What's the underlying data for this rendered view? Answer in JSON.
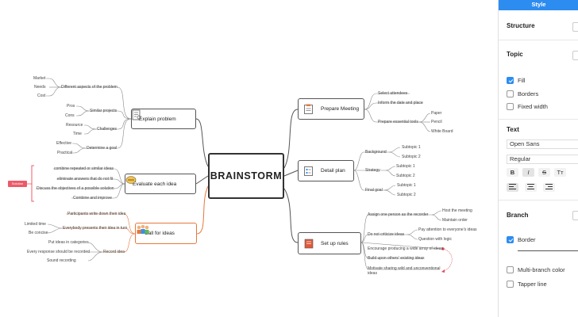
{
  "center": {
    "title": "BRAINSTORM"
  },
  "left": {
    "explain": {
      "label": "Explain problem",
      "groups": [
        {
          "label": "Different aspects of the problem",
          "items": [
            "Market",
            "Needs",
            "Cost"
          ]
        },
        {
          "label": "Similar projects",
          "items": [
            "Pros",
            "Cons"
          ]
        },
        {
          "label": "Challenges",
          "items": [
            "Resource",
            "Time"
          ]
        },
        {
          "label": "Determine a goal",
          "items": [
            "Effective",
            "Practical"
          ]
        }
      ]
    },
    "evaluate": {
      "label": "Evaluate each idea",
      "items": [
        "combine repeated or similar ideas",
        "eliminate answers that do not fit",
        "Discuss the objectives of a possible solution",
        "Combine and improve"
      ],
      "summary": "Solution"
    },
    "call": {
      "label": "Call for ideas",
      "items": [
        "Participants write down their idea",
        "Everybody presents their idea in turn"
      ],
      "subgroup": {
        "items": [
          "Limited time",
          "Be concise"
        ]
      },
      "record": {
        "label": "Record idea",
        "items": [
          "Put ideas in categories",
          "Every response should be recorded",
          "Sound recording"
        ]
      }
    }
  },
  "right": {
    "prepare": {
      "label": "Prepare Meeting",
      "items": [
        "Select attendees",
        "Inform the date and place",
        "Prepare essential tools"
      ],
      "tools": [
        "Paper",
        "Pencil",
        "White Board"
      ]
    },
    "detail": {
      "label": "Detail plan",
      "groups": [
        {
          "label": "Background",
          "items": [
            "Subtopic 1",
            "Subtopic 2"
          ]
        },
        {
          "label": "Strategy",
          "items": [
            "Subtopic 1",
            "Subtopic 2"
          ]
        },
        {
          "label": "Final goal",
          "items": [
            "Subtopic 1",
            "Subtopic 2"
          ]
        }
      ]
    },
    "rules": {
      "label": "Set up rules",
      "items": [
        "Assign one person as the recorder",
        "Do not criticize ideas",
        "Encourage producing a wide array of ideas",
        "Build upon others' existing ideas",
        "Motivate sharing wild and unconventional ideas"
      ],
      "recorder": [
        "Host the meeting",
        "Maintain order"
      ],
      "criticize": [
        "Pay attention to everyone's ideas",
        "Question with logic"
      ]
    }
  },
  "panel": {
    "tab": "Style",
    "structure": "Structure",
    "topic": "Topic",
    "topic_options": [
      {
        "label": "Fill",
        "checked": true
      },
      {
        "label": "Borders",
        "checked": false
      },
      {
        "label": "Fixed width",
        "checked": false
      }
    ],
    "text": "Text",
    "font_family": "Open Sans",
    "font_weight": "Regular",
    "format_buttons": [
      "B",
      "I",
      "S",
      "Tт"
    ],
    "branch": "Branch",
    "border": {
      "label": "Border",
      "checked": true
    },
    "multi_branch": {
      "label": "Multi-branch color",
      "checked": false
    },
    "tapper": {
      "label": "Tapper line",
      "checked": false
    }
  },
  "colors": {
    "accent": "#2d8cf0",
    "call_branch": "#e8773b",
    "solution": "#ec5b6a",
    "line": "#555555",
    "relation": "#e04a5a"
  }
}
